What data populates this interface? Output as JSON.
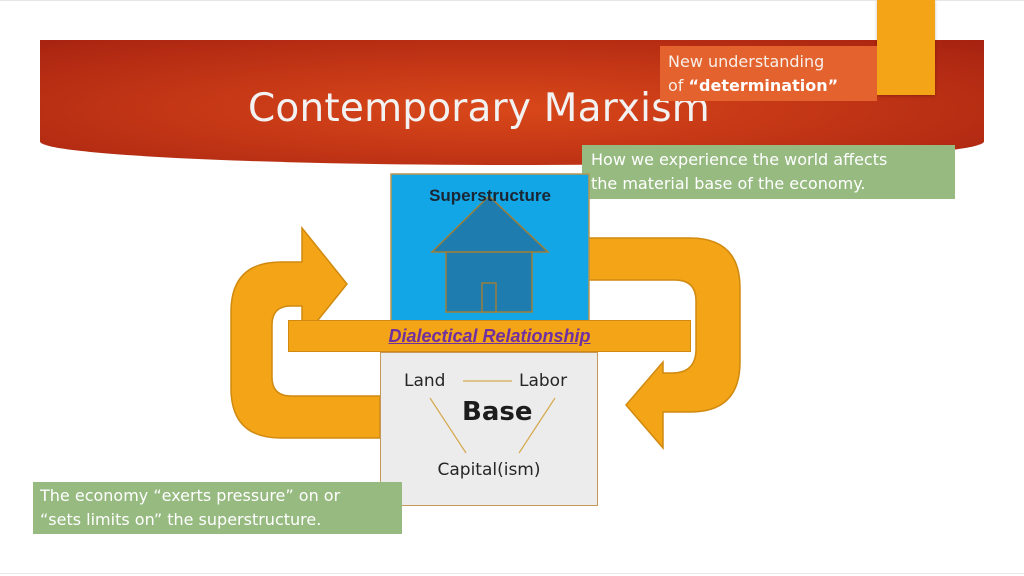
{
  "slide": {
    "title": "Contemporary Marxism",
    "colors": {
      "banner": "#c43716",
      "accent": "#f3a417",
      "note_orange": "#e4622d",
      "note_green": "#96ba80",
      "superstructure_box": "#13a6e6",
      "house": "#1f7cae",
      "link_purple": "#7030a0",
      "base_box": "#ececec"
    }
  },
  "notes": {
    "determination": {
      "prefix": "New understanding",
      "of": "of",
      "emphasis": "“determination”"
    },
    "experience": {
      "line1": "How we experience the world affects",
      "line2": "the material base of the economy."
    },
    "economy": {
      "line1": "The economy “exerts pressure” on or",
      "line2": "“sets limits on” the superstructure."
    }
  },
  "diagram": {
    "superstructure_label": "Superstructure",
    "house_icon": "house-icon",
    "relationship_label": "Dialectical Relationship",
    "base_label": "Base",
    "land_label": "Land",
    "labor_label": "Labor",
    "capital_label": "Capital(ism)",
    "arrow_icons": [
      "up-arrow-icon",
      "down-arrow-icon"
    ]
  }
}
